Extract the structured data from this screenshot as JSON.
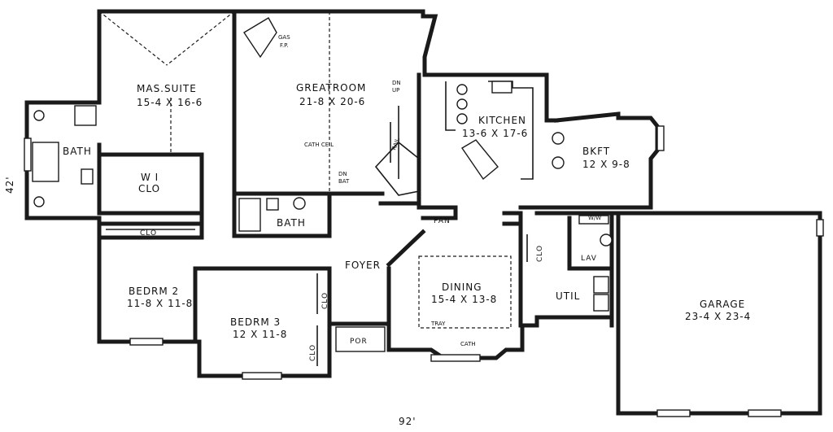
{
  "plan": {
    "rooms": {
      "mas_suite": {
        "name": "MAS.SUITE",
        "size": "15-4 X 16-6"
      },
      "greatroom": {
        "name": "GREATROOM",
        "size": "21-8 X 20-6"
      },
      "kitchen": {
        "name": "KITCHEN",
        "size": "13-6 X 17-6"
      },
      "bkft": {
        "name": "BKFT",
        "size": "12 X 9-8"
      },
      "bath_master": {
        "name": "BATH"
      },
      "wic": {
        "name": "W I",
        "sub": "CLO"
      },
      "bath_hall": {
        "name": "BATH"
      },
      "clo_hall": {
        "name": "CLO"
      },
      "bedrm2": {
        "name": "BEDRM 2",
        "size": "11-8 X 11-8"
      },
      "bedrm3": {
        "name": "BEDRM 3",
        "size": "12 X 11-8"
      },
      "clo_b3a": {
        "name": "CLO"
      },
      "clo_b3b": {
        "name": "CLO"
      },
      "foyer": {
        "name": "FOYER"
      },
      "por": {
        "name": "POR"
      },
      "dining": {
        "name": "DINING",
        "size": "15-4 X 13-8"
      },
      "garage": {
        "name": "GARAGE",
        "size": "23-4 X 23-4"
      },
      "util": {
        "name": "UTIL"
      },
      "lav": {
        "name": "LAV"
      },
      "pan": {
        "name": "PAN"
      },
      "clo_dining": {
        "name": "CLO"
      }
    },
    "notes": {
      "gas_fp": "GAS",
      "gas_fp2": "F.P.",
      "dn_top": "DN",
      "up_top": "UP",
      "cath_ceil": "CATH CEIL",
      "dn_bot": "DN",
      "bot_bot": "BAT",
      "rail": "RAIL",
      "tray": "TRAY",
      "cath": "CATH",
      "w_label": "W/W"
    },
    "dimensions": {
      "width": "92'",
      "depth": "42'"
    }
  }
}
